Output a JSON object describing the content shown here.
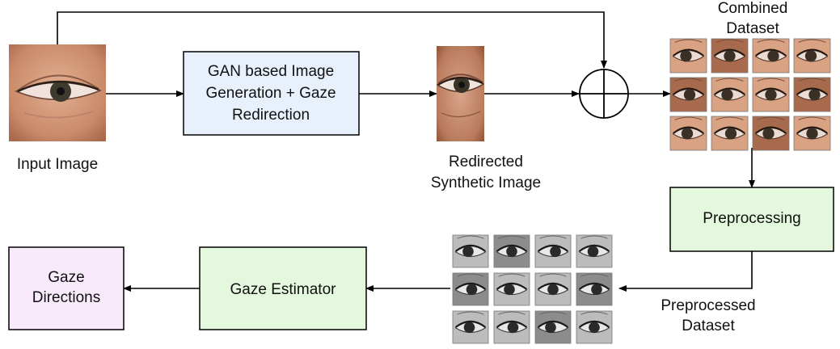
{
  "nodes": {
    "input_image": {
      "label": "Input Image"
    },
    "gan_box": {
      "lines": [
        "GAN based Image",
        "Generation + Gaze",
        "Redirection"
      ]
    },
    "redirected": {
      "lines": [
        "Redirected",
        "Synthetic Image"
      ]
    },
    "combined": {
      "lines": [
        "Combined",
        "Dataset"
      ]
    },
    "preprocessing": {
      "label": "Preprocessing"
    },
    "preprocessed": {
      "lines": [
        "Preprocessed",
        "Dataset"
      ]
    },
    "gaze_estimator": {
      "label": "Gaze Estimator"
    },
    "gaze_directions": {
      "lines": [
        "Gaze",
        "Directions"
      ]
    }
  },
  "colors": {
    "gan_box_fill": "#e8f1fb",
    "green_box_fill": "#e3f8dc",
    "purple_box_fill": "#f8eafb",
    "skin_light": "#d9a282",
    "skin_dark": "#a8694c"
  },
  "grids": {
    "combined": {
      "rows": 3,
      "cols": 4,
      "style": "color"
    },
    "preprocessed": {
      "rows": 3,
      "cols": 4,
      "style": "grayscale"
    }
  }
}
